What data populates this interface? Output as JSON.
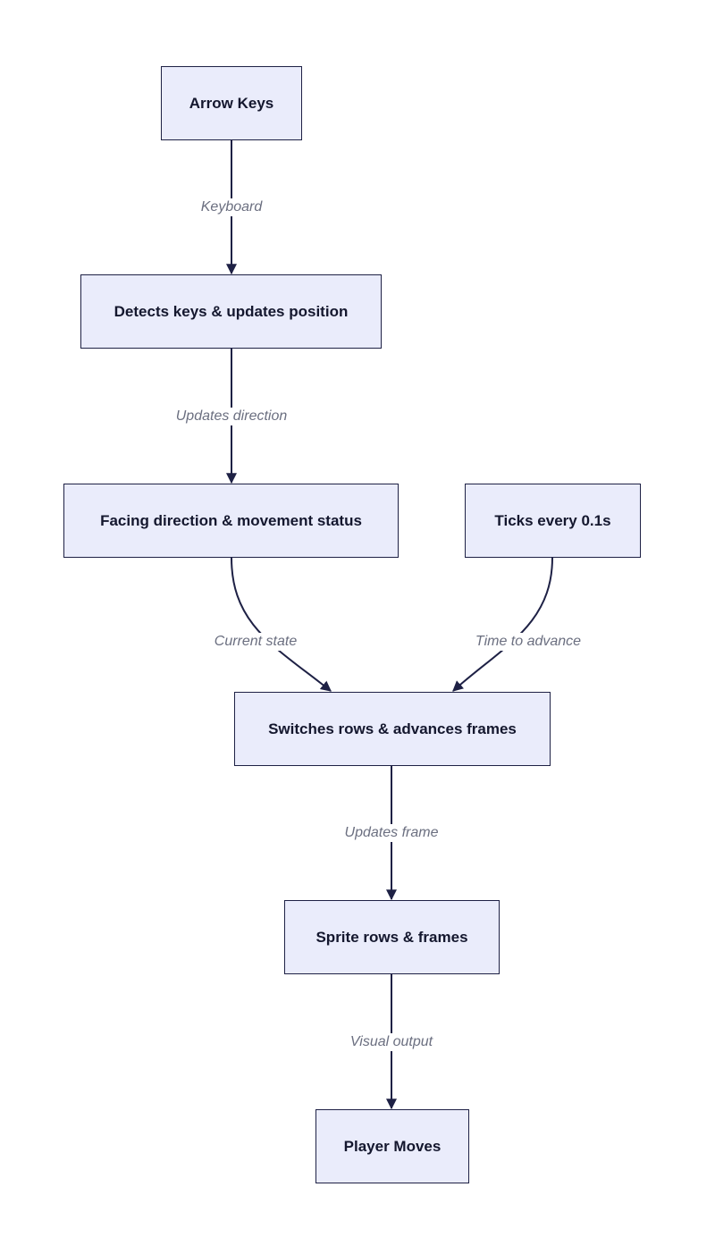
{
  "colors": {
    "node_fill": "#eaecfb",
    "node_border": "#1e2145",
    "edge": "#1e2145",
    "edge_label": "#6b6f80"
  },
  "nodes": {
    "arrow_keys": "Arrow Keys",
    "detects_keys": "Detects keys & updates position",
    "facing_direction": "Facing direction & movement status",
    "ticks": "Ticks every 0.1s",
    "switches_rows": "Switches rows & advances frames",
    "sprite_rows": "Sprite rows & frames",
    "player_moves": "Player Moves"
  },
  "edges": {
    "keyboard": "Keyboard",
    "updates_direction": "Updates direction",
    "current_state": "Current state",
    "time_to_advance": "Time to advance",
    "updates_frame": "Updates frame",
    "visual_output": "Visual output"
  }
}
